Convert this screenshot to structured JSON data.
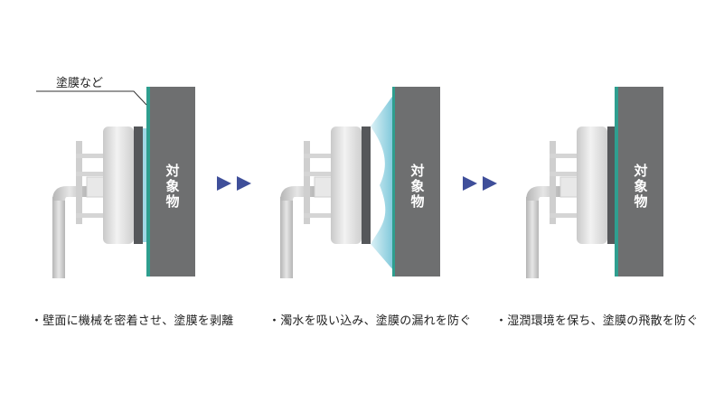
{
  "callout_label": "塗膜など",
  "object_label": "対象物",
  "object_chars": [
    "対",
    "象",
    "物"
  ],
  "captions": [
    "・壁面に機械を密着させ、塗膜を剥離",
    "・濁水を吸い込み、塗膜の漏れを防ぐ",
    "・湿潤環境を保ち、塗膜の飛散を防ぐ"
  ],
  "colors": {
    "wall": "#6e6f70",
    "coating": "#2f9e8f",
    "machine_body": "#dcdcdc",
    "machine_plate": "#55575a",
    "water": "#7ecbdc",
    "arrow": "#3f4f9a",
    "pipe": "#c8c8c8"
  }
}
